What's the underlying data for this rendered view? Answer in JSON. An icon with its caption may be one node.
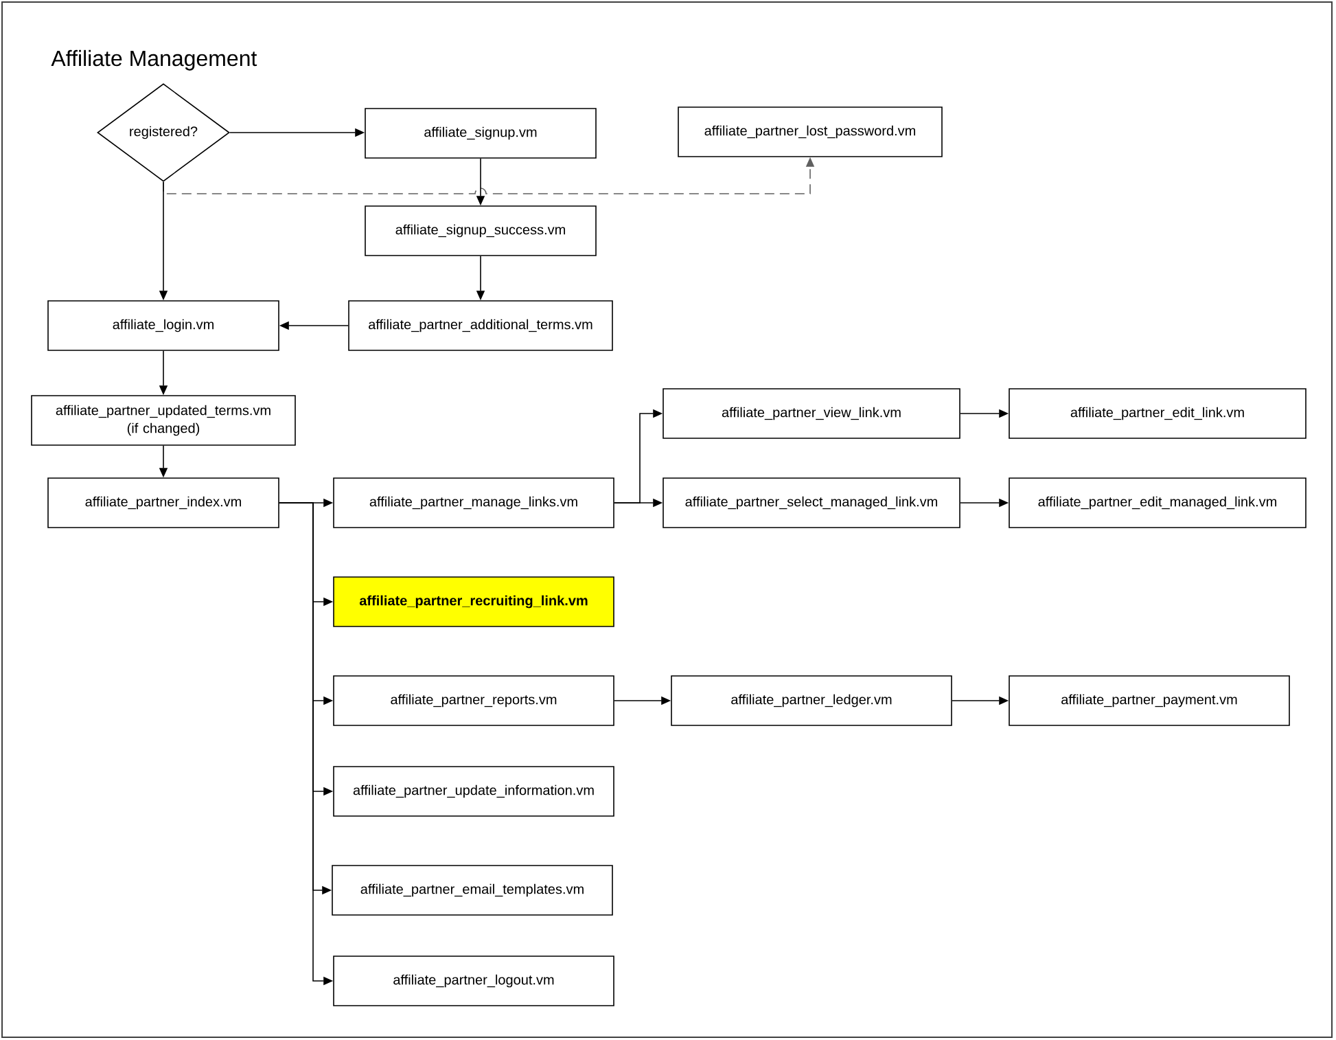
{
  "diagram": {
    "title": "Affiliate Management",
    "nodes": [
      {
        "text": [
          "registered?"
        ]
      },
      {
        "text": [
          "affiliate_signup.vm"
        ]
      },
      {
        "text": [
          "affiliate_partner_lost_password.vm"
        ]
      },
      {
        "text": [
          "affiliate_signup_success.vm"
        ]
      },
      {
        "text": [
          "affiliate_login.vm"
        ]
      },
      {
        "text": [
          "affiliate_partner_additional_terms.vm"
        ]
      },
      {
        "text": [
          "affiliate_partner_updated_terms.vm (if changed)"
        ]
      },
      {
        "text": [
          "affiliate_partner_view_link.vm"
        ]
      },
      {
        "text": [
          "affiliate_partner_edit_link.vm"
        ]
      },
      {
        "text": [
          "affiliate_partner_index.vm"
        ]
      },
      {
        "text": [
          "affiliate_partner_manage_links.vm"
        ]
      },
      {
        "text": [
          "affiliate_partner_select_managed_link.vm"
        ]
      },
      {
        "text": [
          "affiliate_partner_edit_managed_link.vm"
        ]
      },
      {
        "text": [
          "affiliate_partner_recruiting_link.vm"
        ]
      },
      {
        "text": [
          "affiliate_partner_reports.vm"
        ]
      },
      {
        "text": [
          "affiliate_partner_ledger.vm"
        ]
      },
      {
        "text": [
          "affiliate_partner_payment.vm"
        ]
      },
      {
        "text": [
          "affiliate_partner_update_information.vm"
        ]
      },
      {
        "text": [
          "affiliate_partner_email_templates.vm"
        ]
      },
      {
        "text": [
          "affiliate_partner_logout.vm"
        ]
      }
    ],
    "edges": [
      {
        "from": 0,
        "to": 1,
        "arrow": "to"
      },
      {
        "from": 0,
        "to": 2,
        "arrow": "to",
        "style": "dashed",
        "color": "#606060"
      },
      {
        "from": 1,
        "to": 3,
        "arrow": "to"
      },
      {
        "from": 0,
        "to": 4,
        "arrow": "to"
      },
      {
        "from": 3,
        "to": 5,
        "arrow": "to"
      },
      {
        "from": 5,
        "to": 4,
        "arrow": "to"
      },
      {
        "from": 4,
        "to": 6,
        "arrow": "to"
      },
      {
        "from": 6,
        "to": 9,
        "arrow": "to"
      },
      {
        "from": 9,
        "to": 10,
        "arrow": "to"
      },
      {
        "from": 9,
        "to": 13,
        "arrow": "to"
      },
      {
        "from": 9,
        "to": 14,
        "arrow": "to"
      },
      {
        "from": 9,
        "to": 17,
        "arrow": "to"
      },
      {
        "from": 9,
        "to": 18,
        "arrow": "to"
      },
      {
        "from": 9,
        "to": 19,
        "arrow": "to"
      },
      {
        "from": 10,
        "to": 7,
        "arrow": "to"
      },
      {
        "from": 10,
        "to": 11,
        "arrow": "to"
      },
      {
        "from": 7,
        "to": 8,
        "arrow": "to"
      },
      {
        "from": 11,
        "to": 12,
        "arrow": "to"
      },
      {
        "from": 14,
        "to": 15,
        "arrow": "to"
      },
      {
        "from": 15,
        "to": 16,
        "arrow": "to"
      }
    ]
  }
}
